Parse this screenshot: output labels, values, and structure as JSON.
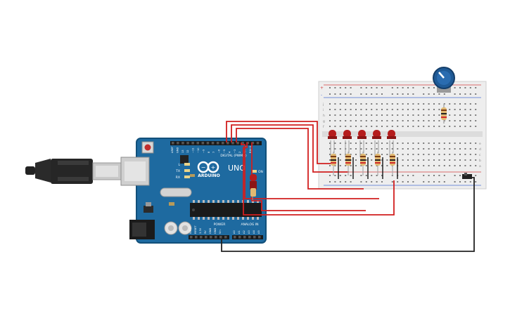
{
  "arduino": {
    "brand": "ARDUINO",
    "model": "UNO",
    "header_digital": "DIGITAL (PWM~)",
    "header_power": "POWER",
    "header_analog": "ANALOG IN",
    "label_on": "ON",
    "label_l": "L",
    "label_tx": "TX",
    "label_rx": "RX",
    "digital_pins": [
      "AREF",
      "GND",
      "13",
      "12",
      "~11",
      "~10",
      "~9",
      "8",
      "7",
      "~6",
      "~5",
      "4",
      "~3",
      "2",
      "TX→1",
      "RX←0"
    ],
    "power_pins": [
      "IOREF",
      "RESET",
      "3.3V",
      "5V",
      "GND",
      "GND",
      "Vin"
    ],
    "analog_pins": [
      "A0",
      "A1",
      "A2",
      "A3",
      "A4",
      "A5"
    ]
  },
  "breadboard": {
    "rail_plus": "+",
    "rail_minus": "-",
    "row_letters_top": [
      "j",
      "i",
      "h",
      "g",
      "f"
    ],
    "row_letters_bottom": [
      "e",
      "d",
      "c",
      "b",
      "a"
    ]
  },
  "colors": {
    "board": "#1e6aa0",
    "board_dark": "#12507a",
    "wire_red": "#d11f1f",
    "wire_black": "#222222",
    "led": "#b51d1d",
    "breadboard": "#eeeeee",
    "potentiometer": "#1f5a96"
  },
  "icons": {
    "usb_cable": "usb-plug-icon",
    "logo": "infinity-logo-icon"
  }
}
